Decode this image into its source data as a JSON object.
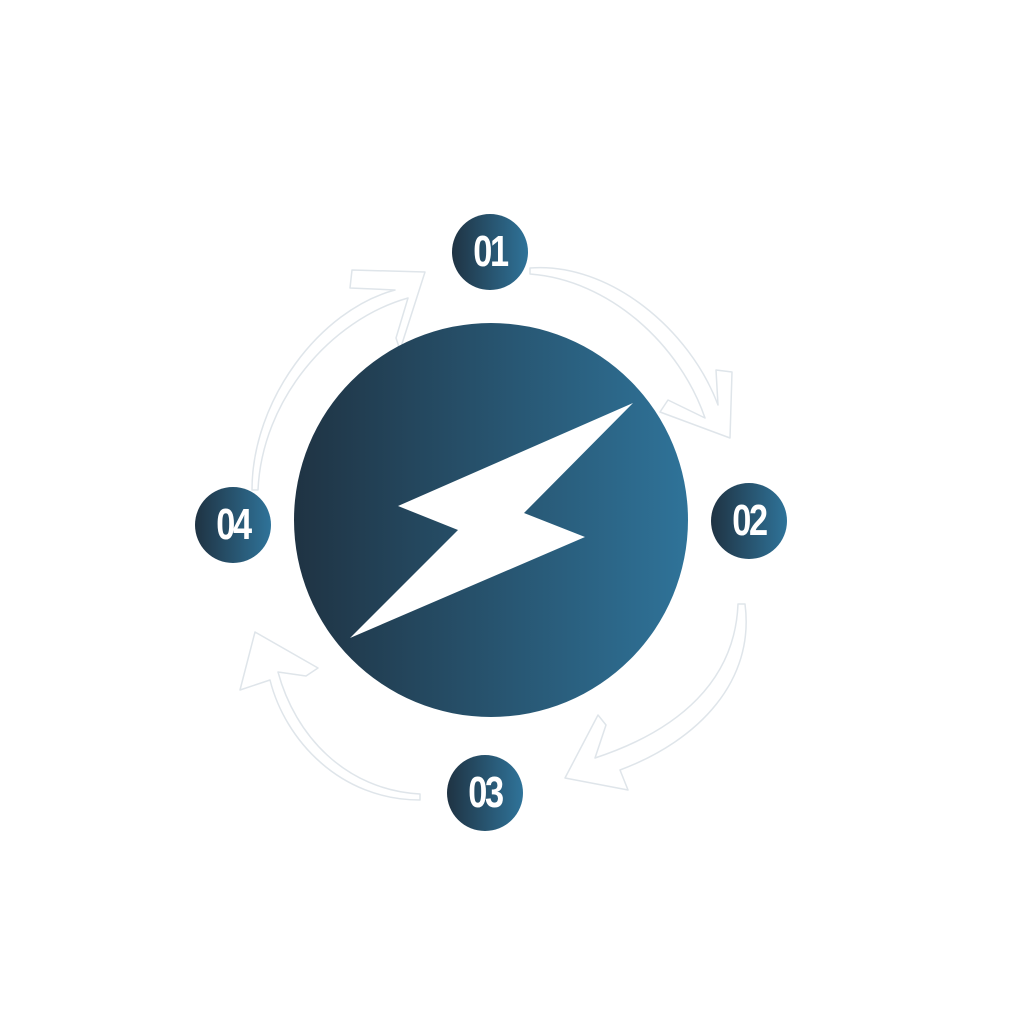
{
  "steps": [
    {
      "label": "01"
    },
    {
      "label": "02"
    },
    {
      "label": "03"
    },
    {
      "label": "04"
    }
  ],
  "center_icon": "lightning-bolt-icon",
  "colors": {
    "gradient_start": "#1f3343",
    "gradient_end": "#2f7399",
    "arrow_outline": "#dfe5ea",
    "icon": "#ffffff"
  }
}
